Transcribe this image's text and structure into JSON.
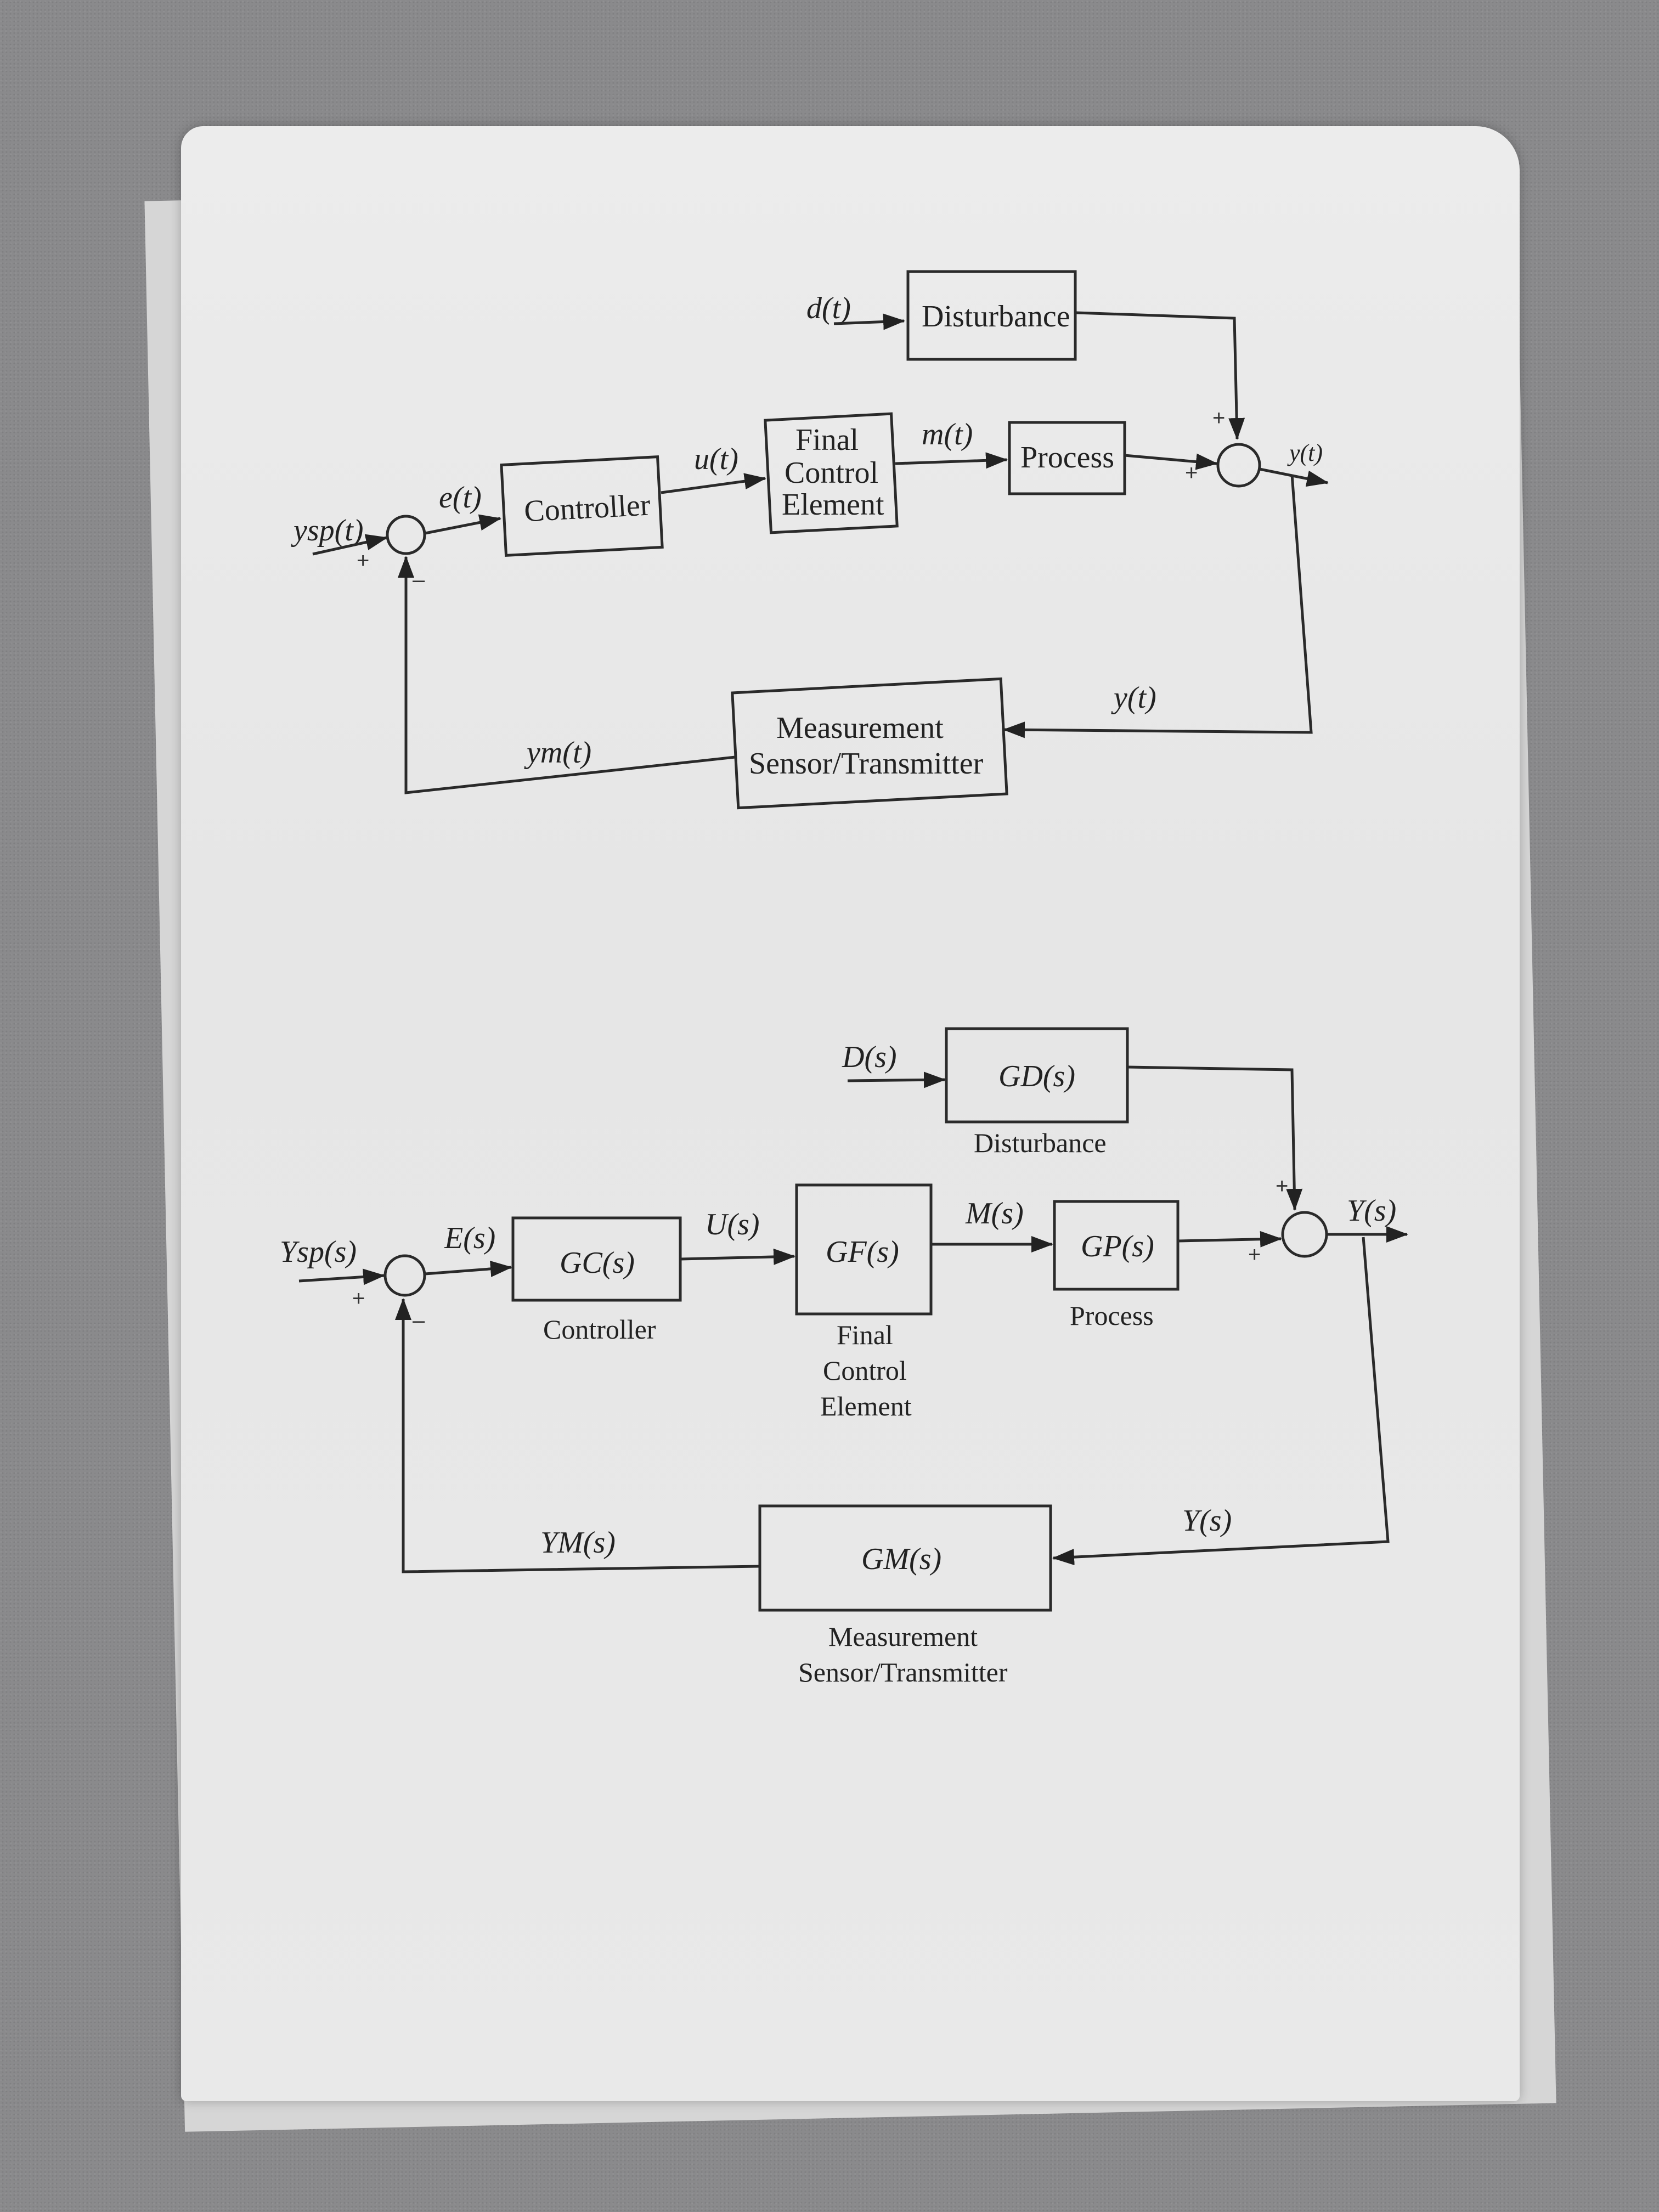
{
  "diagram_time": {
    "disturbance_input": "d(t)",
    "disturbance_block": "Disturbance",
    "setpoint": "ysp(t)",
    "error": "e(t)",
    "controller_block": "Controller",
    "controller_output": "u(t)",
    "fce_line1": "Final",
    "fce_line2": "Control",
    "fce_line3": "Element",
    "manipulated": "m(t)",
    "process_block": "Process",
    "output": "y(t)",
    "feedback_signal": "y(t)",
    "measured": "ym(t)",
    "sensor_line1": "Measurement",
    "sensor_line2": "Sensor/Transmitter",
    "plus": "+",
    "minus": "–"
  },
  "diagram_laplace": {
    "disturbance_input": "D(s)",
    "disturbance_tf": "GD(s)",
    "disturbance_label": "Disturbance",
    "setpoint": "Ysp(s)",
    "error": "E(s)",
    "controller_tf": "GC(s)",
    "controller_label": "Controller",
    "controller_output": "U(s)",
    "fce_tf": "GF(s)",
    "fce_label_line1": "Final",
    "fce_label_line2": "Control",
    "fce_label_line3": "Element",
    "manipulated": "M(s)",
    "process_tf": "GP(s)",
    "process_label": "Process",
    "output": "Y(s)",
    "feedback_signal": "Y(s)",
    "measured": "YM(s)",
    "sensor_tf": "GM(s)",
    "sensor_label_line1": "Measurement",
    "sensor_label_line2": "Sensor/Transmitter",
    "plus": "+",
    "minus": "–"
  }
}
